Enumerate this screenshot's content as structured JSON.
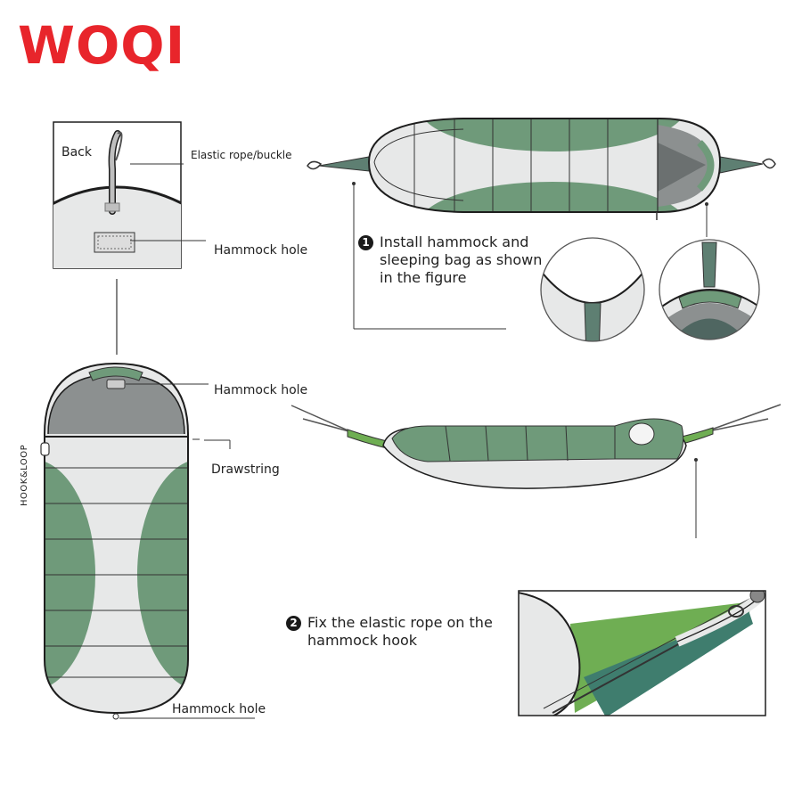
{
  "brand": {
    "logo_text": "WOQI",
    "logo_color": "#e8252b"
  },
  "colors": {
    "green": "#6f9a7a",
    "light_green": "#a9c9ac",
    "fabric": "#e7e8e8",
    "hood": "#8c9090",
    "outline": "#1e1e1e",
    "hammock_green": "#6fae53",
    "teal": "#3f7d6e"
  },
  "labels": {
    "back": "Back",
    "elastic": "Elastic rope/buckle",
    "hammock_hole_top": "Hammock hole",
    "hammock_hole_mid": "Hammock hole",
    "drawstring": "Drawstring",
    "hook_loop": "HOOK&LOOP",
    "hammock_hole_bottom": "Hammock hole"
  },
  "steps": [
    {
      "num": "1",
      "lines": [
        "Install hammock and",
        "sleeping bag as shown",
        "in the figure"
      ]
    },
    {
      "num": "2",
      "lines": [
        "Fix the elastic rope on the",
        "hammock  hook"
      ]
    }
  ]
}
